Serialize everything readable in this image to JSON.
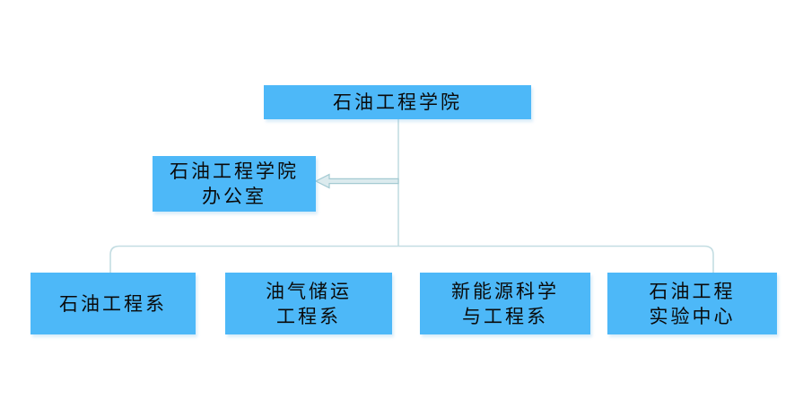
{
  "colors": {
    "background": "#ffffff",
    "node_fill": "#4db8f8",
    "node_text": "#0a0a0a",
    "connector": "#c3dde2",
    "arrow_fill": "#dcebee",
    "arrow_stroke": "#a3cad2"
  },
  "nodes": {
    "root": {
      "lines": [
        "石油工程学院"
      ]
    },
    "office": {
      "lines": [
        "石油工程学院",
        "办公室"
      ]
    },
    "dept1": {
      "lines": [
        "石油工程系"
      ]
    },
    "dept2": {
      "lines": [
        "油气储运",
        "工程系"
      ]
    },
    "dept3": {
      "lines": [
        "新能源科学",
        "与工程系"
      ]
    },
    "dept4": {
      "lines": [
        "石油工程",
        "实验中心"
      ]
    }
  }
}
